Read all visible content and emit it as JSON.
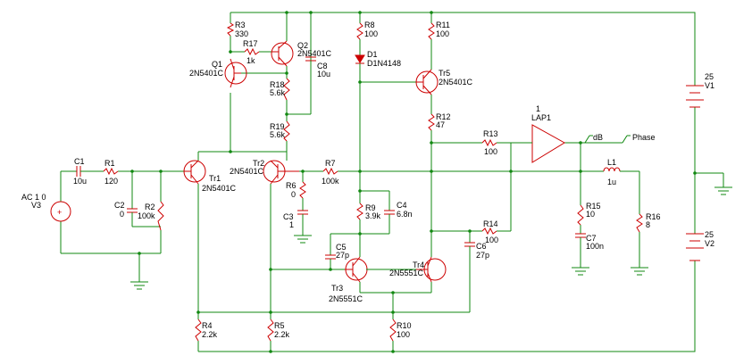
{
  "components": {
    "R3": {
      "ref": "R3",
      "value": "330"
    },
    "R17": {
      "ref": "R17",
      "value": "1k"
    },
    "Q1": {
      "ref": "Q1",
      "value": "2N5401C"
    },
    "Q2": {
      "ref": "Q2",
      "value": "2N5401C"
    },
    "C8": {
      "ref": "C8",
      "value": "10u"
    },
    "R18": {
      "ref": "R18",
      "value": "5.6k"
    },
    "R19": {
      "ref": "R19",
      "value": "5.6k"
    },
    "R8": {
      "ref": "R8",
      "value": "100"
    },
    "D1": {
      "ref": "D1",
      "value": "D1N4148"
    },
    "R11": {
      "ref": "R11",
      "value": "100"
    },
    "Tr5": {
      "ref": "Tr5",
      "value": "2N5401C"
    },
    "R12": {
      "ref": "R12",
      "value": "47"
    },
    "LAP1": {
      "ref": "LAP1",
      "value": "1"
    },
    "R13": {
      "ref": "R13",
      "value": "100"
    },
    "C1": {
      "ref": "C1",
      "value": "10u"
    },
    "R1": {
      "ref": "R1",
      "value": "120"
    },
    "Tr1": {
      "ref": "Tr1",
      "value": "2N5401C"
    },
    "Tr2": {
      "ref": "Tr2",
      "value": "2N5401C"
    },
    "R7": {
      "ref": "R7",
      "value": "100k"
    },
    "R6": {
      "ref": "R6",
      "value": "0"
    },
    "C3": {
      "ref": "C3",
      "value": "1"
    },
    "C2": {
      "ref": "C2",
      "value": "0"
    },
    "R2": {
      "ref": "R2",
      "value": "100k"
    },
    "V3": {
      "ref": "V3",
      "value": "AC 1 0"
    },
    "R9": {
      "ref": "R9",
      "value": "3.9k"
    },
    "C4": {
      "ref": "C4",
      "value": "6.8n"
    },
    "R14": {
      "ref": "R14",
      "value": "100"
    },
    "C5": {
      "ref": "C5",
      "value": "27p"
    },
    "C6": {
      "ref": "C6",
      "value": "27p"
    },
    "Tr3": {
      "ref": "Tr3",
      "value": "2N5551C"
    },
    "Tr4": {
      "ref": "Tr4",
      "value": "2N5551C"
    },
    "L1": {
      "ref": "L1",
      "value": "1u"
    },
    "R15": {
      "ref": "R15",
      "value": "10"
    },
    "C7": {
      "ref": "C7",
      "value": "100n"
    },
    "R16": {
      "ref": "R16",
      "value": "8"
    },
    "R4": {
      "ref": "R4",
      "value": "2.2k"
    },
    "R5": {
      "ref": "R5",
      "value": "2.2k"
    },
    "R10": {
      "ref": "R10",
      "value": "100"
    },
    "V1": {
      "ref": "V1",
      "value": "25"
    },
    "V2": {
      "ref": "V2",
      "value": "25"
    }
  },
  "markers": {
    "db": "dB",
    "phase": "Phase"
  }
}
